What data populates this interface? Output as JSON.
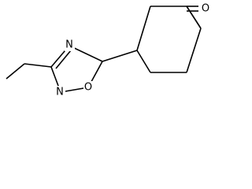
{
  "structure": {
    "atoms": {
      "ring_nitrogen_top": "N",
      "ring_nitrogen_bottom": "N",
      "ring_oxygen": "O",
      "ketone_oxygen": "O"
    }
  }
}
